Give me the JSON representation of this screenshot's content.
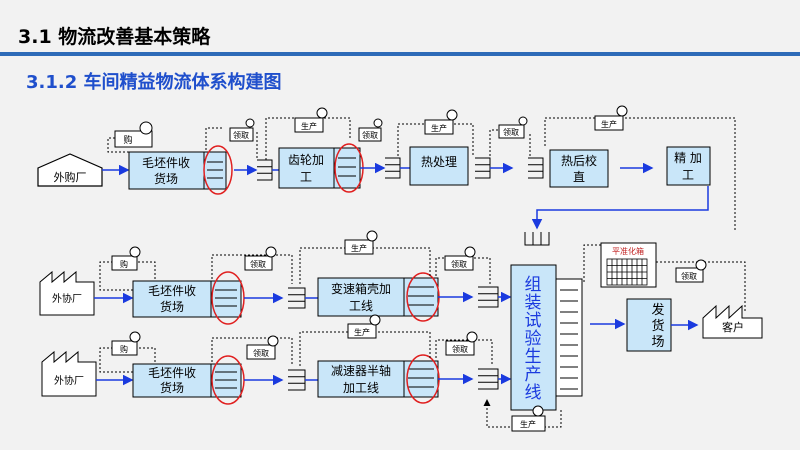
{
  "title": "3.1 物流改善基本策略",
  "subtitle": "3.1.2 车间精益物流体系构建图",
  "nodes": {
    "supplier_purchase": "外购厂",
    "supplier_outsource_1": "外协厂",
    "supplier_outsource_2": "外协厂",
    "customer": "客户",
    "blank_yard_1": [
      "毛坯件收",
      "货场"
    ],
    "blank_yard_2": [
      "毛坯件收",
      "货场"
    ],
    "blank_yard_3": [
      "毛坯件收",
      "货场"
    ],
    "gear_machining": [
      "齿轮加",
      "工"
    ],
    "heat_treatment": [
      "热处理"
    ],
    "hot_straightening": [
      "热后校",
      "直"
    ],
    "finishing": [
      "精  加",
      "工"
    ],
    "gearbox_line": [
      "变速箱壳加",
      "工线"
    ],
    "reducer_line": [
      "减速器半轴",
      "加工线"
    ],
    "shipping": [
      "发",
      "货",
      "场"
    ],
    "assembly_line": "组装试验生产线",
    "heijunka_box": "平准化箱"
  },
  "kanban": {
    "purchase": "购",
    "production": "生产",
    "withdrawal": "领取"
  }
}
